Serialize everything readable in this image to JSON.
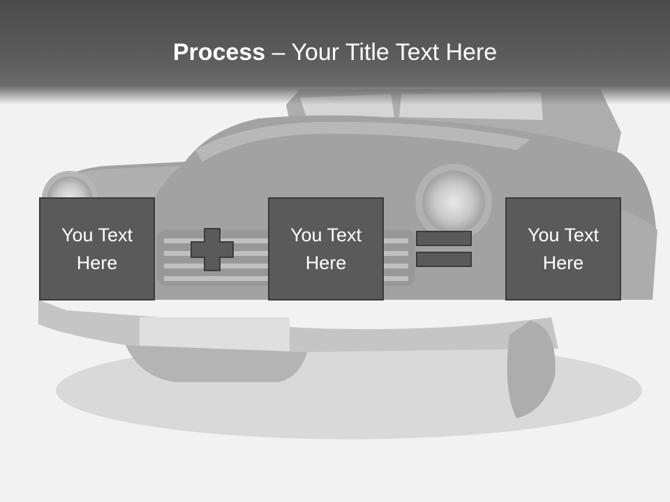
{
  "title": {
    "bold_part": "Process",
    "dash": " – ",
    "rest": "Your Title Text Here"
  },
  "boxes": [
    {
      "text": "You Text Here"
    },
    {
      "text": "You Text Here"
    },
    {
      "text": "You Text Here"
    }
  ],
  "operators": {
    "first": "plus-icon",
    "second": "equals-icon"
  },
  "colors": {
    "header": "#5a5a5a",
    "box_fill": "#5a5a5a",
    "box_border": "#3a3a3a",
    "text": "#ffffff",
    "background": "#f2f2f2"
  }
}
